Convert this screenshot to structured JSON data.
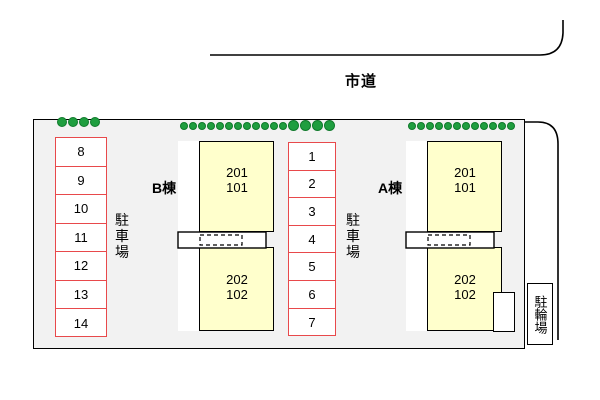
{
  "map": {
    "road_label": "市道",
    "watermark": "",
    "buildings": [
      {
        "name": "B棟",
        "units": [
          {
            "line1": "201",
            "line2": "101"
          },
          {
            "line1": "202",
            "line2": "102"
          }
        ]
      },
      {
        "name": "A棟",
        "units": [
          {
            "line1": "201",
            "line2": "101"
          },
          {
            "line1": "202",
            "line2": "102"
          }
        ]
      }
    ],
    "parking_label": "駐車場",
    "bike_parking_label": "駐輪場",
    "parking_lots": [
      {
        "id": "left-lot",
        "stalls": [
          "8",
          "9",
          "10",
          "11",
          "12",
          "13",
          "14"
        ]
      },
      {
        "id": "center-lot",
        "stalls": [
          "1",
          "2",
          "3",
          "4",
          "5",
          "6",
          "7"
        ]
      }
    ],
    "colors": {
      "stall_border": "#e8494b",
      "building_fill": "#ffffcc",
      "site_fill": "#f2f2f2",
      "hedge_green": "#1f9e3f",
      "outline": "#000000"
    }
  }
}
